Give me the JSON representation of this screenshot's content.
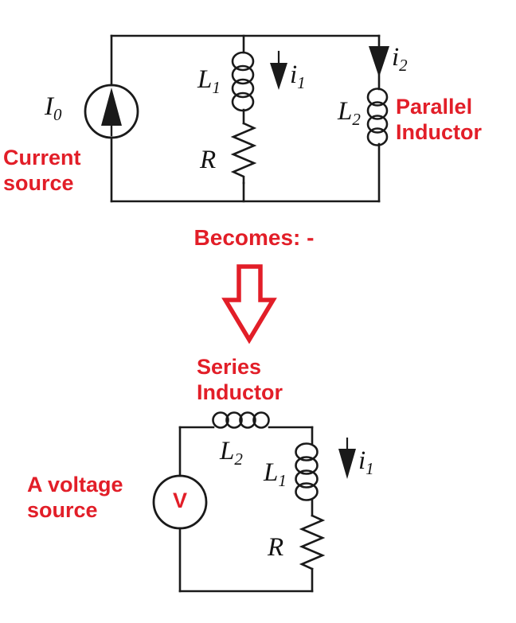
{
  "colors": {
    "accent_red": "#e21e28",
    "wire_black": "#1a1a1a",
    "arrow_fill_white": "#ffffff"
  },
  "top_circuit": {
    "source_symbol": {
      "base": "I",
      "sub": "0"
    },
    "source_annotation": "Current source",
    "inductor1_symbol": {
      "base": "L",
      "sub": "1"
    },
    "resistor_symbol": "R",
    "current1_symbol": {
      "base": "i",
      "sub": "1"
    },
    "current2_symbol": {
      "base": "i",
      "sub": "2"
    },
    "inductor2_symbol": {
      "base": "L",
      "sub": "2"
    },
    "parallel_annotation": "Parallel Inductor"
  },
  "transition": {
    "becomes_text": "Becomes: -"
  },
  "bottom_circuit": {
    "series_annotation": "Series Inductor",
    "voltage_annotation": "A voltage source",
    "source_symbol": "V",
    "inductor2_symbol": {
      "base": "L",
      "sub": "2"
    },
    "inductor1_symbol": {
      "base": "L",
      "sub": "1"
    },
    "resistor_symbol": "R",
    "current1_symbol": {
      "base": "i",
      "sub": "1"
    }
  }
}
